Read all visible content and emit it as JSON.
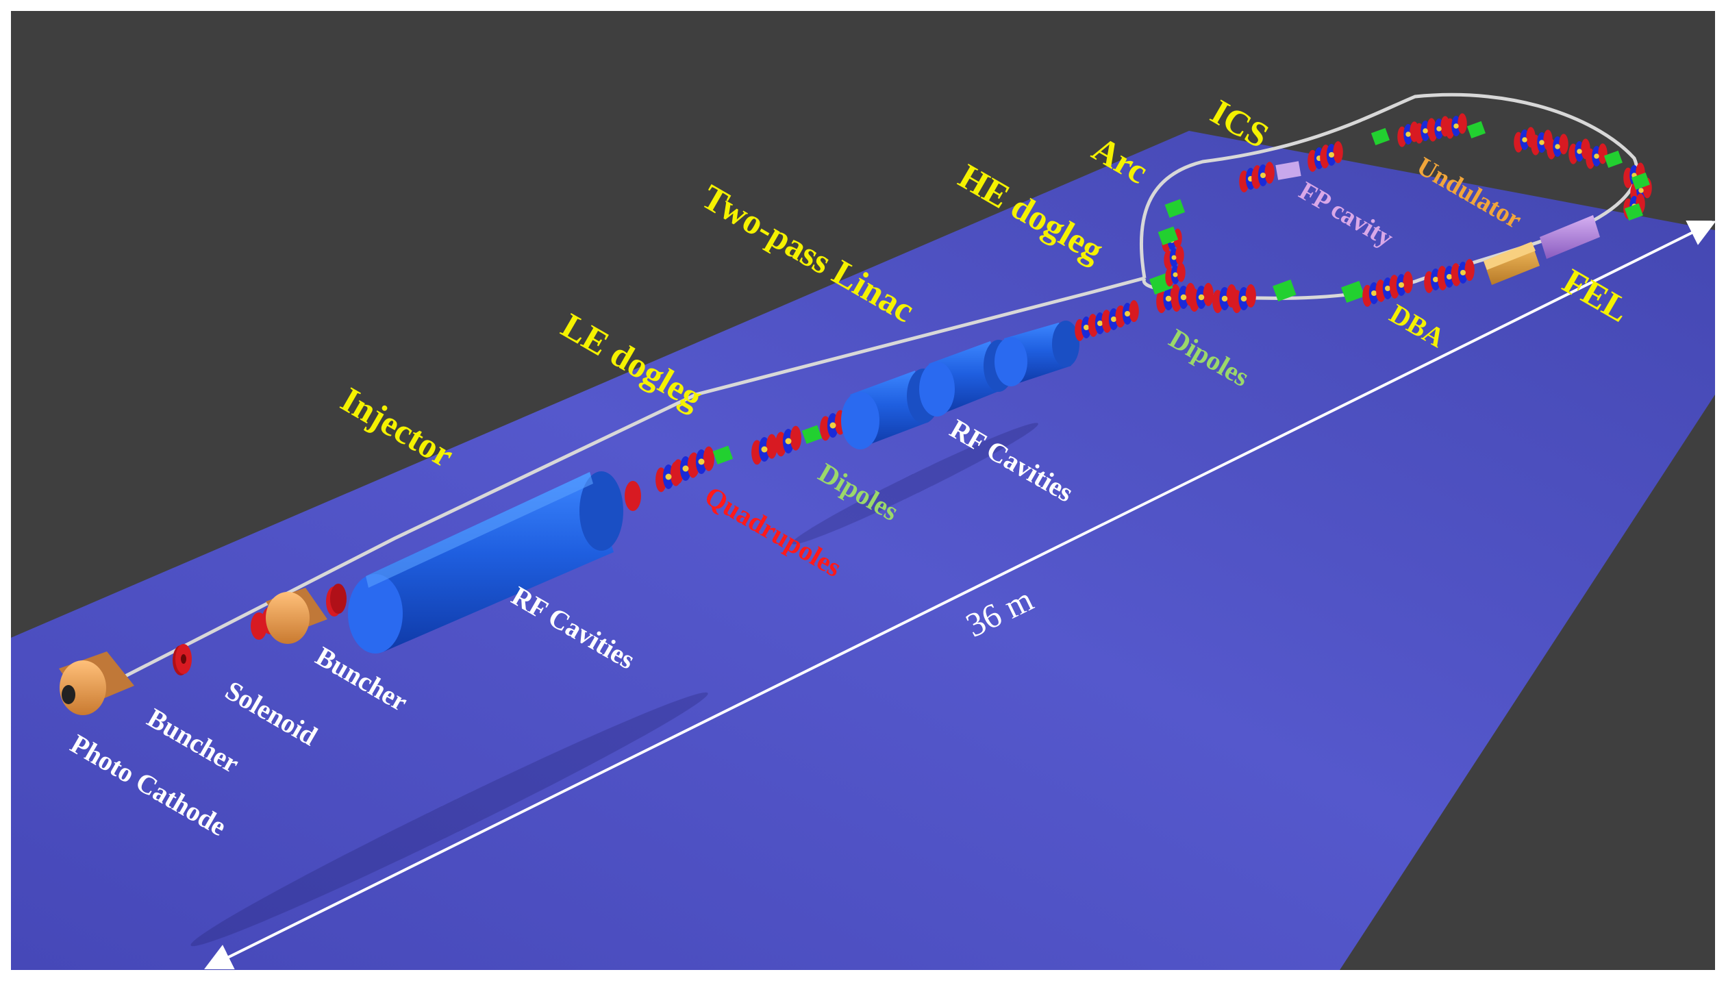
{
  "colors": {
    "background": "#3f3f3f",
    "floor": "#4a4dc0",
    "section_label": "#f5f200",
    "component_label": "#ffffff",
    "quadrupole_label": "#ff1a1a",
    "dipole_label": "#9bd86a",
    "fp_cavity_label": "#d9a8e8",
    "undulator_label": "#f2a63a",
    "cavity": "#1f5fe0",
    "buncher": "#f0a050",
    "solenoid": "#d81a22",
    "dipole": "#22d030",
    "undulator": "#e0a040",
    "fel": "#b080e0"
  },
  "sections": {
    "injector": "Injector",
    "le_dogleg": "LE dogleg",
    "two_pass_linac": "Two-pass Linac",
    "he_dogleg": "HE dogleg",
    "arc": "Arc",
    "ics": "ICS",
    "fel": "FEL"
  },
  "components": {
    "photo_cathode": "Photo Cathode",
    "buncher_1": "Buncher",
    "solenoid": "Solenoid",
    "buncher_2": "Buncher",
    "rf_cavities_1": "RF Cavities",
    "quadrupoles": "Quadrupoles",
    "dipoles_1": "Dipoles",
    "rf_cavities_2": "RF Cavities",
    "dipoles_2": "Dipoles",
    "fp_cavity": "FP cavity",
    "undulator": "Undulator",
    "dba": "DBA"
  },
  "dimension": {
    "length": "36 m"
  }
}
